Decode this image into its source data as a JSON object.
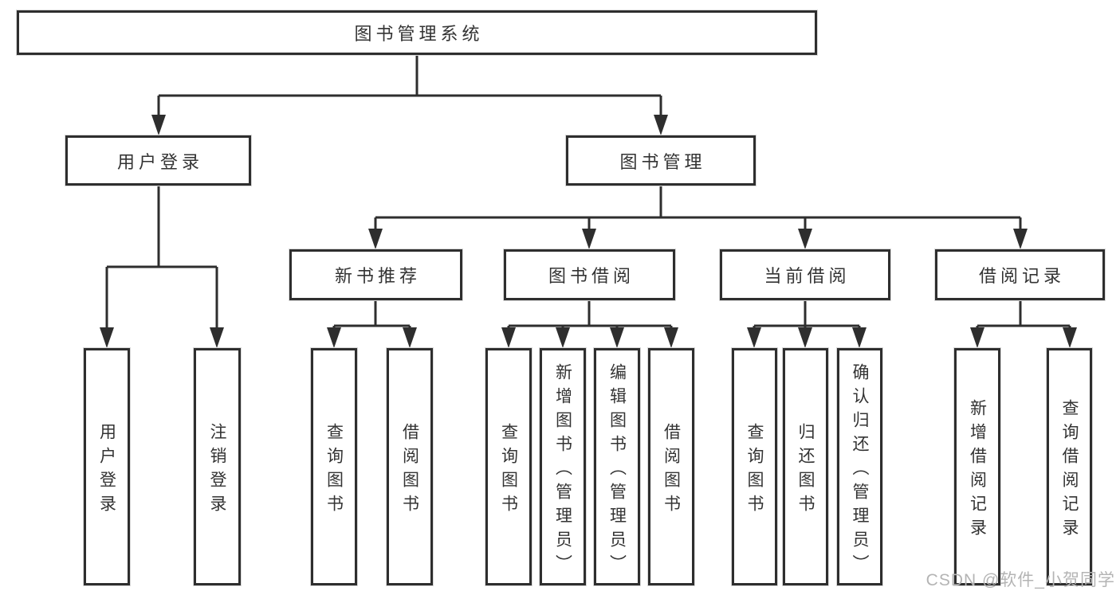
{
  "diagram": {
    "title": "图书管理系统",
    "nodes": [
      {
        "id": "root",
        "label": "图书管理系统",
        "parent": null
      },
      {
        "id": "user-login",
        "label": "用户登录",
        "parent": "root"
      },
      {
        "id": "book-mgmt",
        "label": "图书管理",
        "parent": "root"
      },
      {
        "id": "new-book-rec",
        "label": "新书推荐",
        "parent": "book-mgmt"
      },
      {
        "id": "book-borrow",
        "label": "图书借阅",
        "parent": "book-mgmt"
      },
      {
        "id": "current-borrow",
        "label": "当前借阅",
        "parent": "book-mgmt"
      },
      {
        "id": "borrow-records",
        "label": "借阅记录",
        "parent": "book-mgmt"
      },
      {
        "id": "login-leaf",
        "label": "用户登录",
        "parent": "user-login"
      },
      {
        "id": "logout-leaf",
        "label": "注销登录",
        "parent": "user-login"
      },
      {
        "id": "nb-query",
        "label": "查询图书",
        "parent": "new-book-rec"
      },
      {
        "id": "nb-borrow",
        "label": "借阅图书",
        "parent": "new-book-rec"
      },
      {
        "id": "bb-query",
        "label": "查询图书",
        "parent": "book-borrow"
      },
      {
        "id": "bb-add",
        "label": "新增图书（管理员）",
        "parent": "book-borrow"
      },
      {
        "id": "bb-edit",
        "label": "编辑图书（管理员）",
        "parent": "book-borrow"
      },
      {
        "id": "bb-borrow",
        "label": "借阅图书",
        "parent": "book-borrow"
      },
      {
        "id": "cb-query",
        "label": "查询图书",
        "parent": "current-borrow"
      },
      {
        "id": "cb-return",
        "label": "归还图书",
        "parent": "current-borrow"
      },
      {
        "id": "cb-confirm",
        "label": "确认归还（管理员）",
        "parent": "current-borrow"
      },
      {
        "id": "br-add",
        "label": "新增借阅记录",
        "parent": "borrow-records"
      },
      {
        "id": "br-query",
        "label": "查询借阅记录",
        "parent": "borrow-records"
      }
    ],
    "colors": {
      "line": "#2e2e2e",
      "box_background": "#ffffff",
      "box_border": "#2e2e2e",
      "text": "#333333",
      "watermark": "#b4b4b4"
    }
  },
  "watermark": {
    "text": "CSDN @软件_小贺同学"
  }
}
